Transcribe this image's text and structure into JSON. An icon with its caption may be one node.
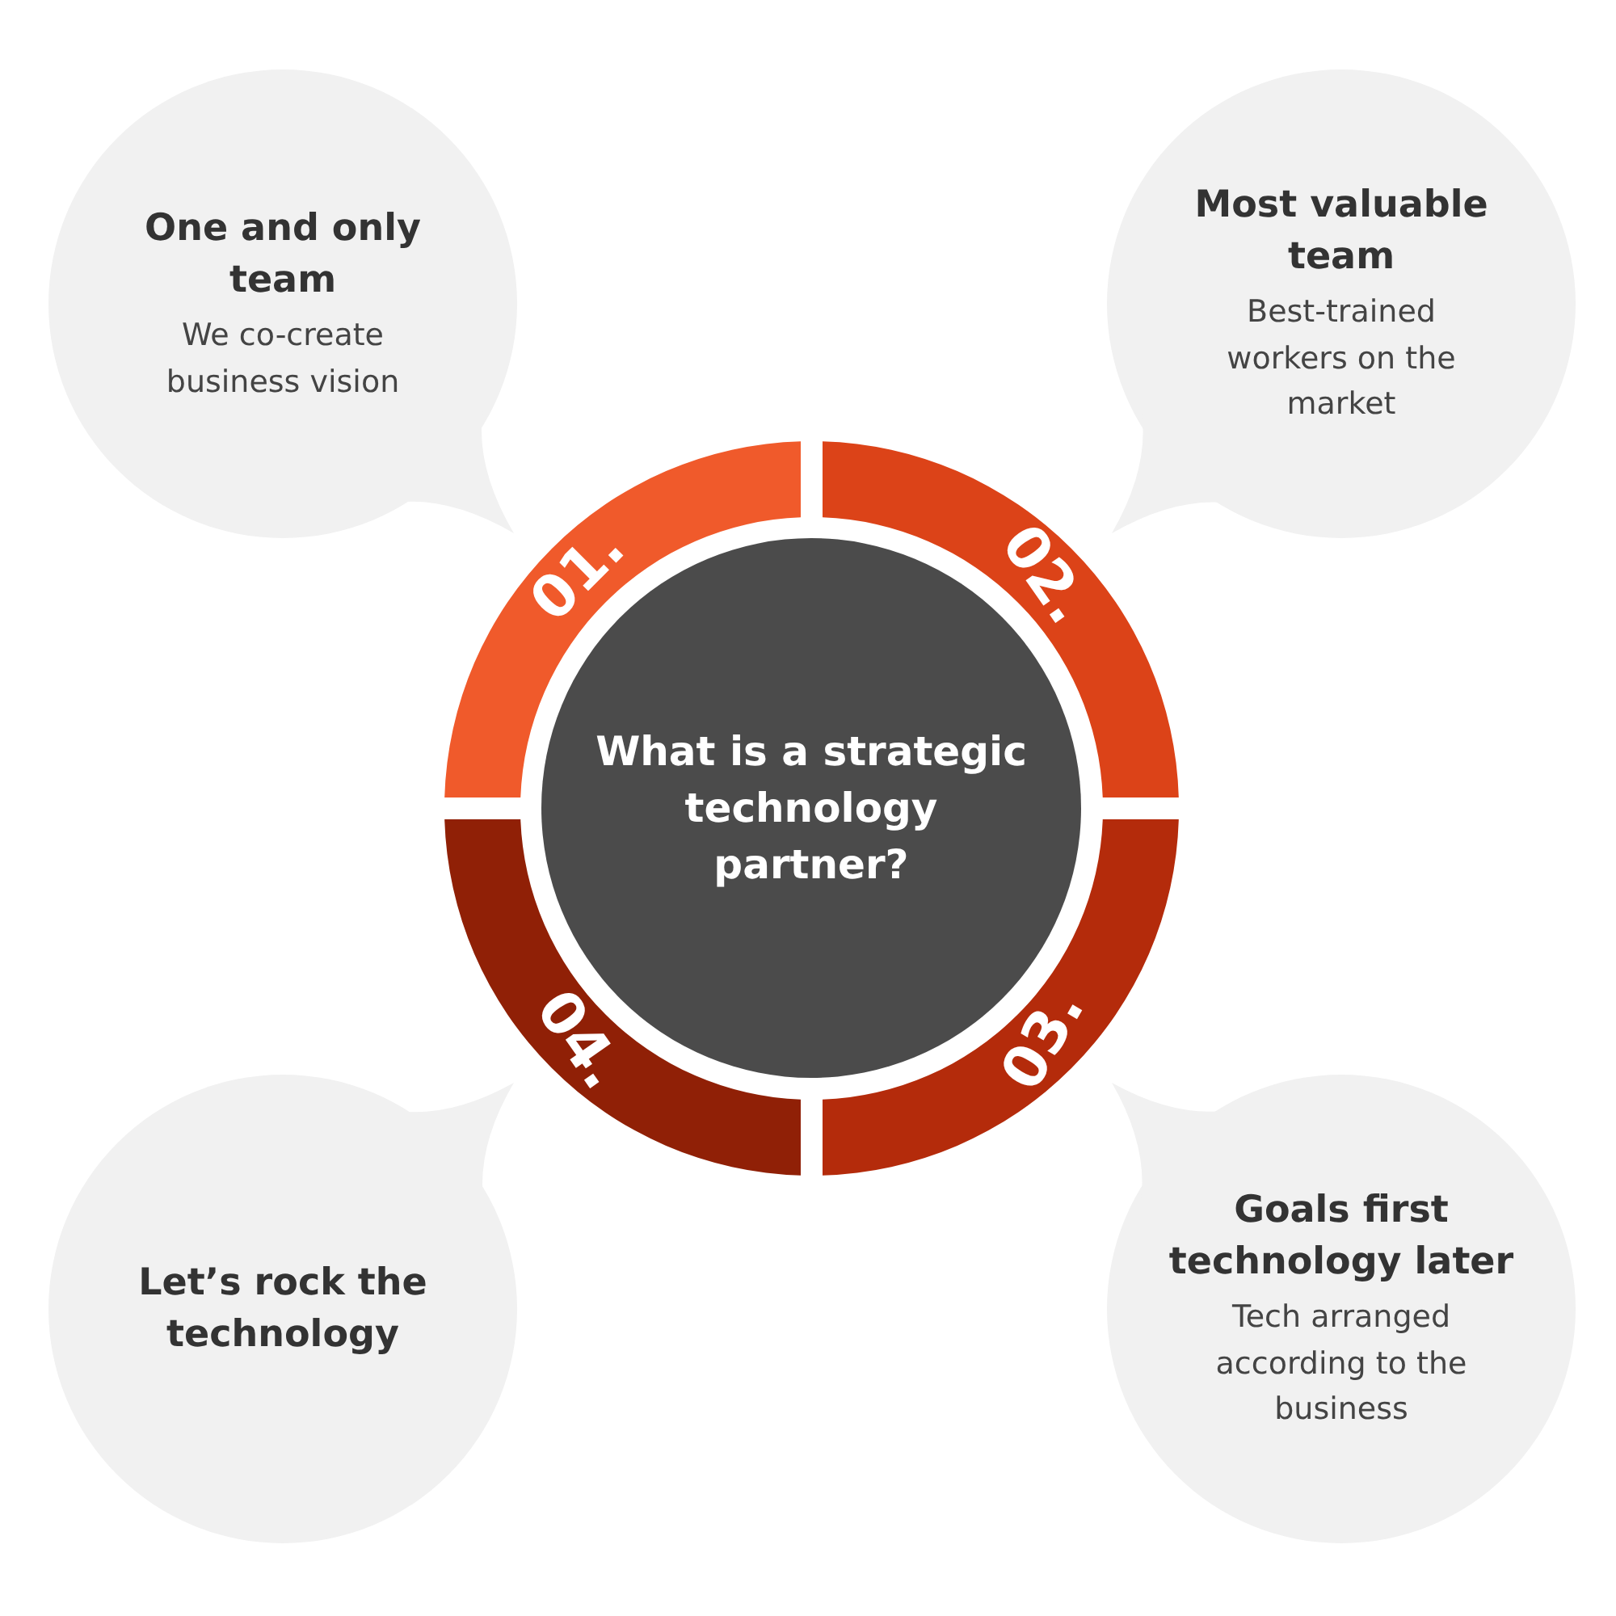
{
  "diagram": {
    "nodes": [
      {
        "text": [
          "One and only team",
          "We co-create business vision"
        ]
      },
      {
        "text": [
          "Most valuable team",
          "Best-trained workers on the market"
        ]
      },
      {
        "text": [
          "What is a strategic technology partner?"
        ]
      },
      {
        "text": [
          "01."
        ]
      },
      {
        "text": [
          "02."
        ]
      },
      {
        "text": [
          "03."
        ]
      },
      {
        "text": [
          "04."
        ]
      },
      {
        "text": [
          "Let’s rock the technology"
        ]
      },
      {
        "text": [
          "Goals first technology later",
          "Tech arranged according to the business"
        ]
      }
    ]
  }
}
